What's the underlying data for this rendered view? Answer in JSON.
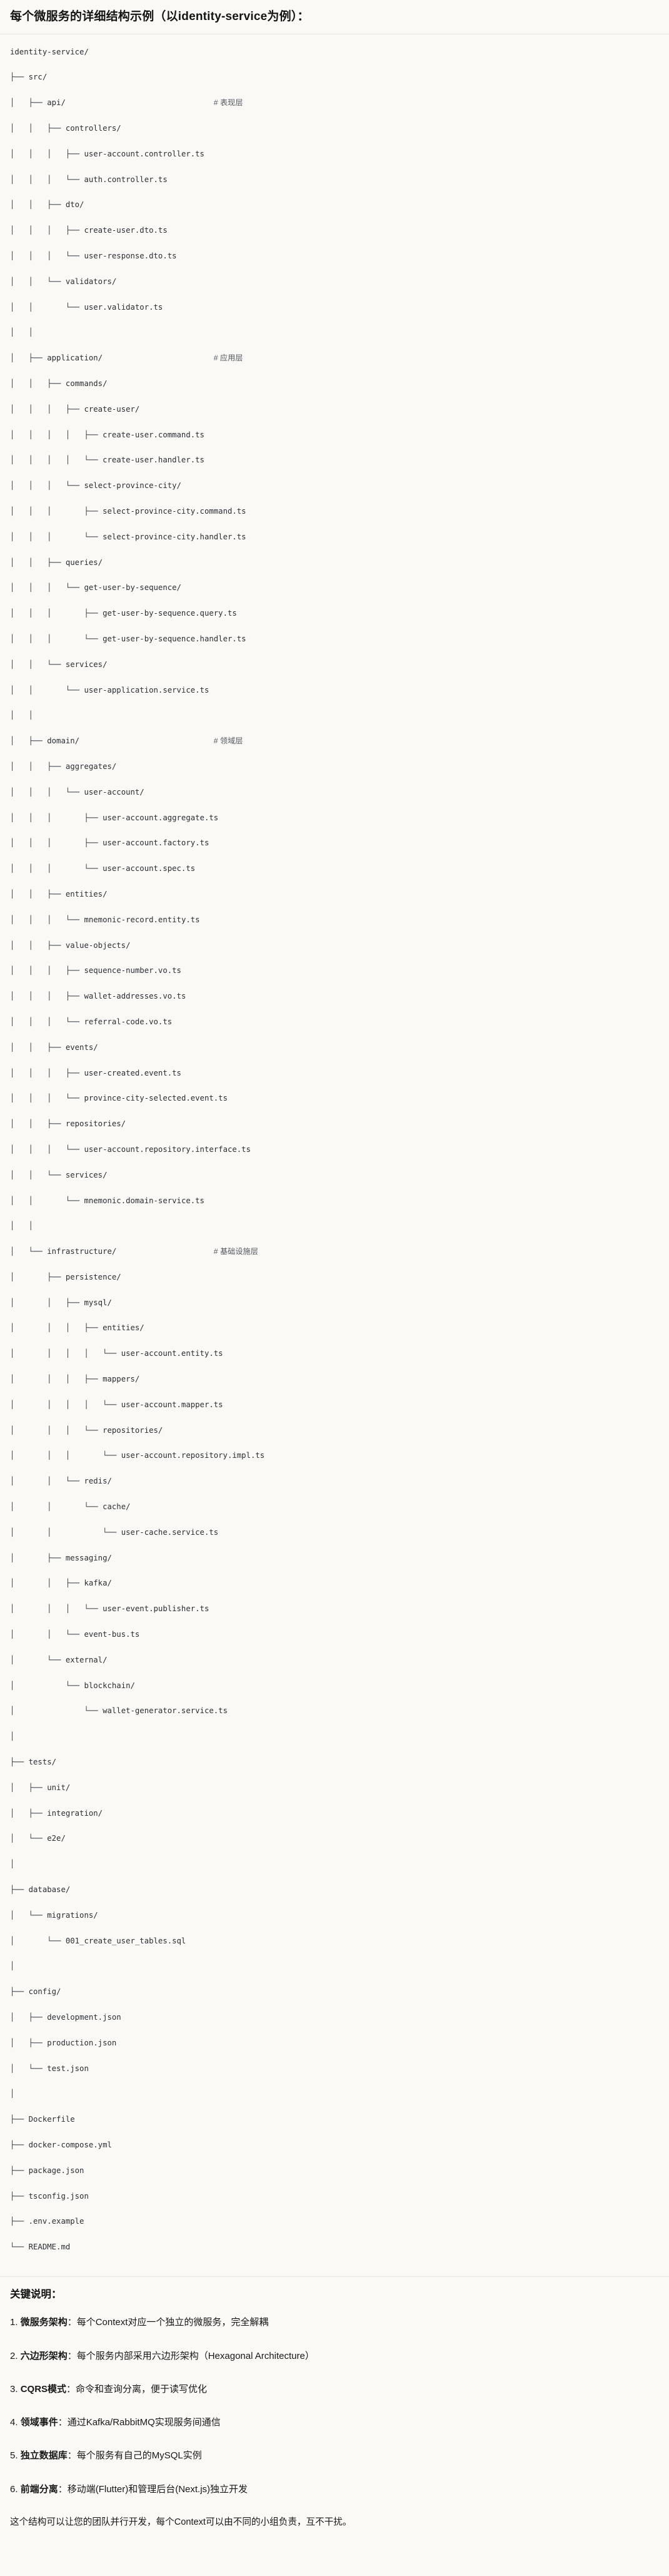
{
  "title": "每个微服务的详细结构示例（以identity-service为例）：",
  "tree": {
    "root": "identity-service/",
    "rows": [
      {
        "prefix": "",
        "name": "identity-service/",
        "comment": ""
      },
      {
        "prefix": "├── ",
        "name": "src/",
        "comment": ""
      },
      {
        "prefix": "│   ├── ",
        "name": "api/",
        "comment": "# 表现层"
      },
      {
        "prefix": "│   │   ├── ",
        "name": "controllers/",
        "comment": ""
      },
      {
        "prefix": "│   │   │   ├── ",
        "name": "user-account.controller.ts",
        "comment": ""
      },
      {
        "prefix": "│   │   │   └── ",
        "name": "auth.controller.ts",
        "comment": ""
      },
      {
        "prefix": "│   │   ├── ",
        "name": "dto/",
        "comment": ""
      },
      {
        "prefix": "│   │   │   ├── ",
        "name": "create-user.dto.ts",
        "comment": ""
      },
      {
        "prefix": "│   │   │   └── ",
        "name": "user-response.dto.ts",
        "comment": ""
      },
      {
        "prefix": "│   │   └── ",
        "name": "validators/",
        "comment": ""
      },
      {
        "prefix": "│   │       └── ",
        "name": "user.validator.ts",
        "comment": ""
      },
      {
        "prefix": "│   │",
        "name": "",
        "comment": ""
      },
      {
        "prefix": "│   ├── ",
        "name": "application/",
        "comment": "# 应用层"
      },
      {
        "prefix": "│   │   ├── ",
        "name": "commands/",
        "comment": ""
      },
      {
        "prefix": "│   │   │   ├── ",
        "name": "create-user/",
        "comment": ""
      },
      {
        "prefix": "│   │   │   │   ├── ",
        "name": "create-user.command.ts",
        "comment": ""
      },
      {
        "prefix": "│   │   │   │   └── ",
        "name": "create-user.handler.ts",
        "comment": ""
      },
      {
        "prefix": "│   │   │   └── ",
        "name": "select-province-city/",
        "comment": ""
      },
      {
        "prefix": "│   │   │       ├── ",
        "name": "select-province-city.command.ts",
        "comment": ""
      },
      {
        "prefix": "│   │   │       └── ",
        "name": "select-province-city.handler.ts",
        "comment": ""
      },
      {
        "prefix": "│   │   ├── ",
        "name": "queries/",
        "comment": ""
      },
      {
        "prefix": "│   │   │   └── ",
        "name": "get-user-by-sequence/",
        "comment": ""
      },
      {
        "prefix": "│   │   │       ├── ",
        "name": "get-user-by-sequence.query.ts",
        "comment": ""
      },
      {
        "prefix": "│   │   │       └── ",
        "name": "get-user-by-sequence.handler.ts",
        "comment": ""
      },
      {
        "prefix": "│   │   └── ",
        "name": "services/",
        "comment": ""
      },
      {
        "prefix": "│   │       └── ",
        "name": "user-application.service.ts",
        "comment": ""
      },
      {
        "prefix": "│   │",
        "name": "",
        "comment": ""
      },
      {
        "prefix": "│   ├── ",
        "name": "domain/",
        "comment": "# 领域层"
      },
      {
        "prefix": "│   │   ├── ",
        "name": "aggregates/",
        "comment": ""
      },
      {
        "prefix": "│   │   │   └── ",
        "name": "user-account/",
        "comment": ""
      },
      {
        "prefix": "│   │   │       ├── ",
        "name": "user-account.aggregate.ts",
        "comment": ""
      },
      {
        "prefix": "│   │   │       ├── ",
        "name": "user-account.factory.ts",
        "comment": ""
      },
      {
        "prefix": "│   │   │       └── ",
        "name": "user-account.spec.ts",
        "comment": ""
      },
      {
        "prefix": "│   │   ├── ",
        "name": "entities/",
        "comment": ""
      },
      {
        "prefix": "│   │   │   └── ",
        "name": "mnemonic-record.entity.ts",
        "comment": ""
      },
      {
        "prefix": "│   │   ├── ",
        "name": "value-objects/",
        "comment": ""
      },
      {
        "prefix": "│   │   │   ├── ",
        "name": "sequence-number.vo.ts",
        "comment": ""
      },
      {
        "prefix": "│   │   │   ├── ",
        "name": "wallet-addresses.vo.ts",
        "comment": ""
      },
      {
        "prefix": "│   │   │   └── ",
        "name": "referral-code.vo.ts",
        "comment": ""
      },
      {
        "prefix": "│   │   ├── ",
        "name": "events/",
        "comment": ""
      },
      {
        "prefix": "│   │   │   ├── ",
        "name": "user-created.event.ts",
        "comment": ""
      },
      {
        "prefix": "│   │   │   └── ",
        "name": "province-city-selected.event.ts",
        "comment": ""
      },
      {
        "prefix": "│   │   ├── ",
        "name": "repositories/",
        "comment": ""
      },
      {
        "prefix": "│   │   │   └── ",
        "name": "user-account.repository.interface.ts",
        "comment": ""
      },
      {
        "prefix": "│   │   └── ",
        "name": "services/",
        "comment": ""
      },
      {
        "prefix": "│   │       └── ",
        "name": "mnemonic.domain-service.ts",
        "comment": ""
      },
      {
        "prefix": "│   │",
        "name": "",
        "comment": ""
      },
      {
        "prefix": "│   └── ",
        "name": "infrastructure/",
        "comment": "# 基础设施层"
      },
      {
        "prefix": "│       ├── ",
        "name": "persistence/",
        "comment": ""
      },
      {
        "prefix": "│       │   ├── ",
        "name": "mysql/",
        "comment": ""
      },
      {
        "prefix": "│       │   │   ├── ",
        "name": "entities/",
        "comment": ""
      },
      {
        "prefix": "│       │   │   │   └── ",
        "name": "user-account.entity.ts",
        "comment": ""
      },
      {
        "prefix": "│       │   │   ├── ",
        "name": "mappers/",
        "comment": ""
      },
      {
        "prefix": "│       │   │   │   └── ",
        "name": "user-account.mapper.ts",
        "comment": ""
      },
      {
        "prefix": "│       │   │   └── ",
        "name": "repositories/",
        "comment": ""
      },
      {
        "prefix": "│       │   │       └── ",
        "name": "user-account.repository.impl.ts",
        "comment": ""
      },
      {
        "prefix": "│       │   └── ",
        "name": "redis/",
        "comment": ""
      },
      {
        "prefix": "│       │       └── ",
        "name": "cache/",
        "comment": ""
      },
      {
        "prefix": "│       │           └── ",
        "name": "user-cache.service.ts",
        "comment": ""
      },
      {
        "prefix": "│       ├── ",
        "name": "messaging/",
        "comment": ""
      },
      {
        "prefix": "│       │   ├── ",
        "name": "kafka/",
        "comment": ""
      },
      {
        "prefix": "│       │   │   └── ",
        "name": "user-event.publisher.ts",
        "comment": ""
      },
      {
        "prefix": "│       │   └── ",
        "name": "event-bus.ts",
        "comment": ""
      },
      {
        "prefix": "│       └── ",
        "name": "external/",
        "comment": ""
      },
      {
        "prefix": "│           └── ",
        "name": "blockchain/",
        "comment": ""
      },
      {
        "prefix": "│               └── ",
        "name": "wallet-generator.service.ts",
        "comment": ""
      },
      {
        "prefix": "│",
        "name": "",
        "comment": ""
      },
      {
        "prefix": "├── ",
        "name": "tests/",
        "comment": ""
      },
      {
        "prefix": "│   ├── ",
        "name": "unit/",
        "comment": ""
      },
      {
        "prefix": "│   ├── ",
        "name": "integration/",
        "comment": ""
      },
      {
        "prefix": "│   └── ",
        "name": "e2e/",
        "comment": ""
      },
      {
        "prefix": "│",
        "name": "",
        "comment": ""
      },
      {
        "prefix": "├── ",
        "name": "database/",
        "comment": ""
      },
      {
        "prefix": "│   └── ",
        "name": "migrations/",
        "comment": ""
      },
      {
        "prefix": "│       └── ",
        "name": "001_create_user_tables.sql",
        "comment": ""
      },
      {
        "prefix": "│",
        "name": "",
        "comment": ""
      },
      {
        "prefix": "├── ",
        "name": "config/",
        "comment": ""
      },
      {
        "prefix": "│   ├── ",
        "name": "development.json",
        "comment": ""
      },
      {
        "prefix": "│   ├── ",
        "name": "production.json",
        "comment": ""
      },
      {
        "prefix": "│   └── ",
        "name": "test.json",
        "comment": ""
      },
      {
        "prefix": "│",
        "name": "",
        "comment": ""
      },
      {
        "prefix": "├── ",
        "name": "Dockerfile",
        "comment": ""
      },
      {
        "prefix": "├── ",
        "name": "docker-compose.yml",
        "comment": ""
      },
      {
        "prefix": "├── ",
        "name": "package.json",
        "comment": ""
      },
      {
        "prefix": "├── ",
        "name": "tsconfig.json",
        "comment": ""
      },
      {
        "prefix": "├── ",
        "name": ".env.example",
        "comment": ""
      },
      {
        "prefix": "└── ",
        "name": "README.md",
        "comment": ""
      }
    ]
  },
  "notes": {
    "heading": "关键说明：",
    "items": [
      {
        "index": "1.",
        "title": "微服务架构",
        "body": "：每个Context对应一个独立的微服务，完全解耦"
      },
      {
        "index": "2.",
        "title": "六边形架构",
        "body": "：每个服务内部采用六边形架构（Hexagonal Architecture）"
      },
      {
        "index": "3.",
        "title": "CQRS模式",
        "body": "：命令和查询分离，便于读写优化"
      },
      {
        "index": "4.",
        "title": "领域事件",
        "body": "：通过Kafka/RabbitMQ实现服务间通信"
      },
      {
        "index": "5.",
        "title": "独立数据库",
        "body": "：每个服务有自己的MySQL实例"
      },
      {
        "index": "6.",
        "title": "前端分离",
        "body": "：移动端(Flutter)和管理后台(Next.js)独立开发"
      }
    ],
    "closing": "这个结构可以让您的团队并行开发，每个Context可以由不同的小组负责，互不干扰。"
  },
  "colors": {
    "background": "#faf9f6",
    "text": "#1a1a1a",
    "tree_text": "#2b2f33",
    "comment_text": "#52585e",
    "divider": "#e7e4dd"
  }
}
